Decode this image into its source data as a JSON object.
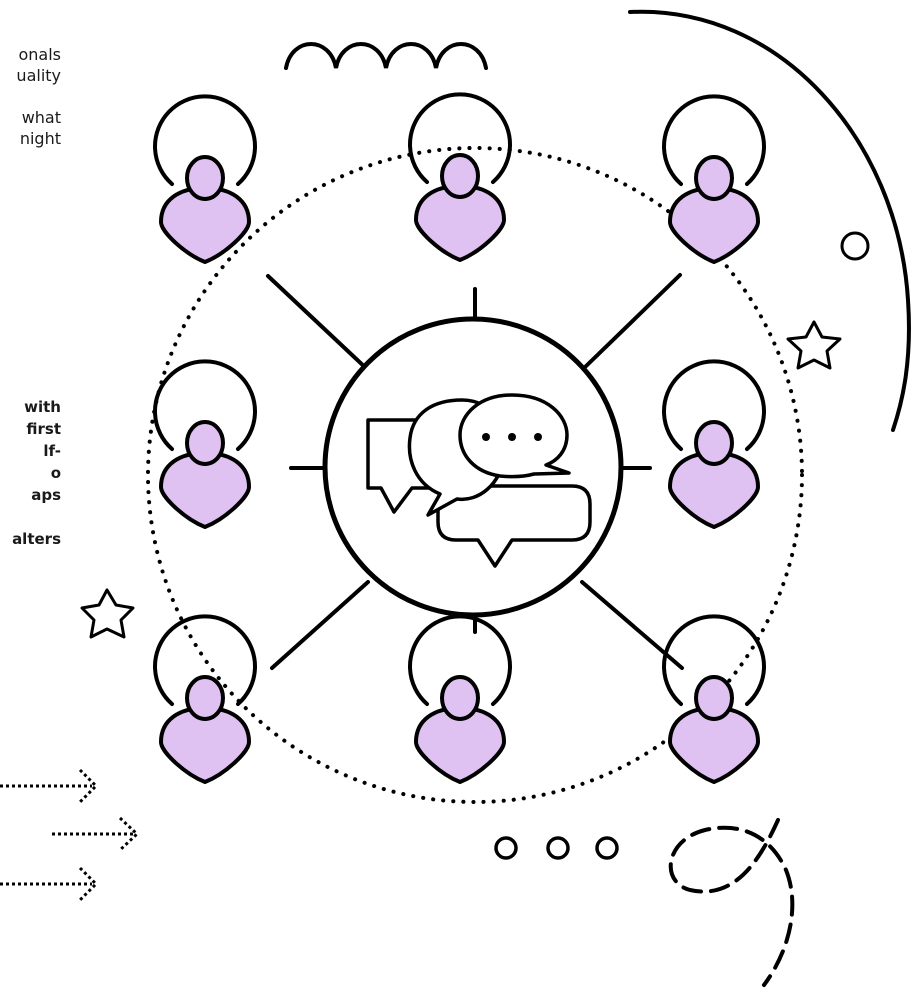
{
  "intro_lines": [
    "onals",
    "uality",
    "",
    "what",
    "night"
  ],
  "bold_lines": [
    "with",
    "first",
    "lf-",
    "o",
    "aps",
    "",
    "alters"
  ],
  "colors": {
    "ink": "#000000",
    "person_fill": "#dfc2f2",
    "background": "#ffffff"
  },
  "icons": {
    "center": "chat-bubbles-icon",
    "people": "person-icon",
    "arrows": "dotted-arrow-icon",
    "stars": "star-icon"
  }
}
